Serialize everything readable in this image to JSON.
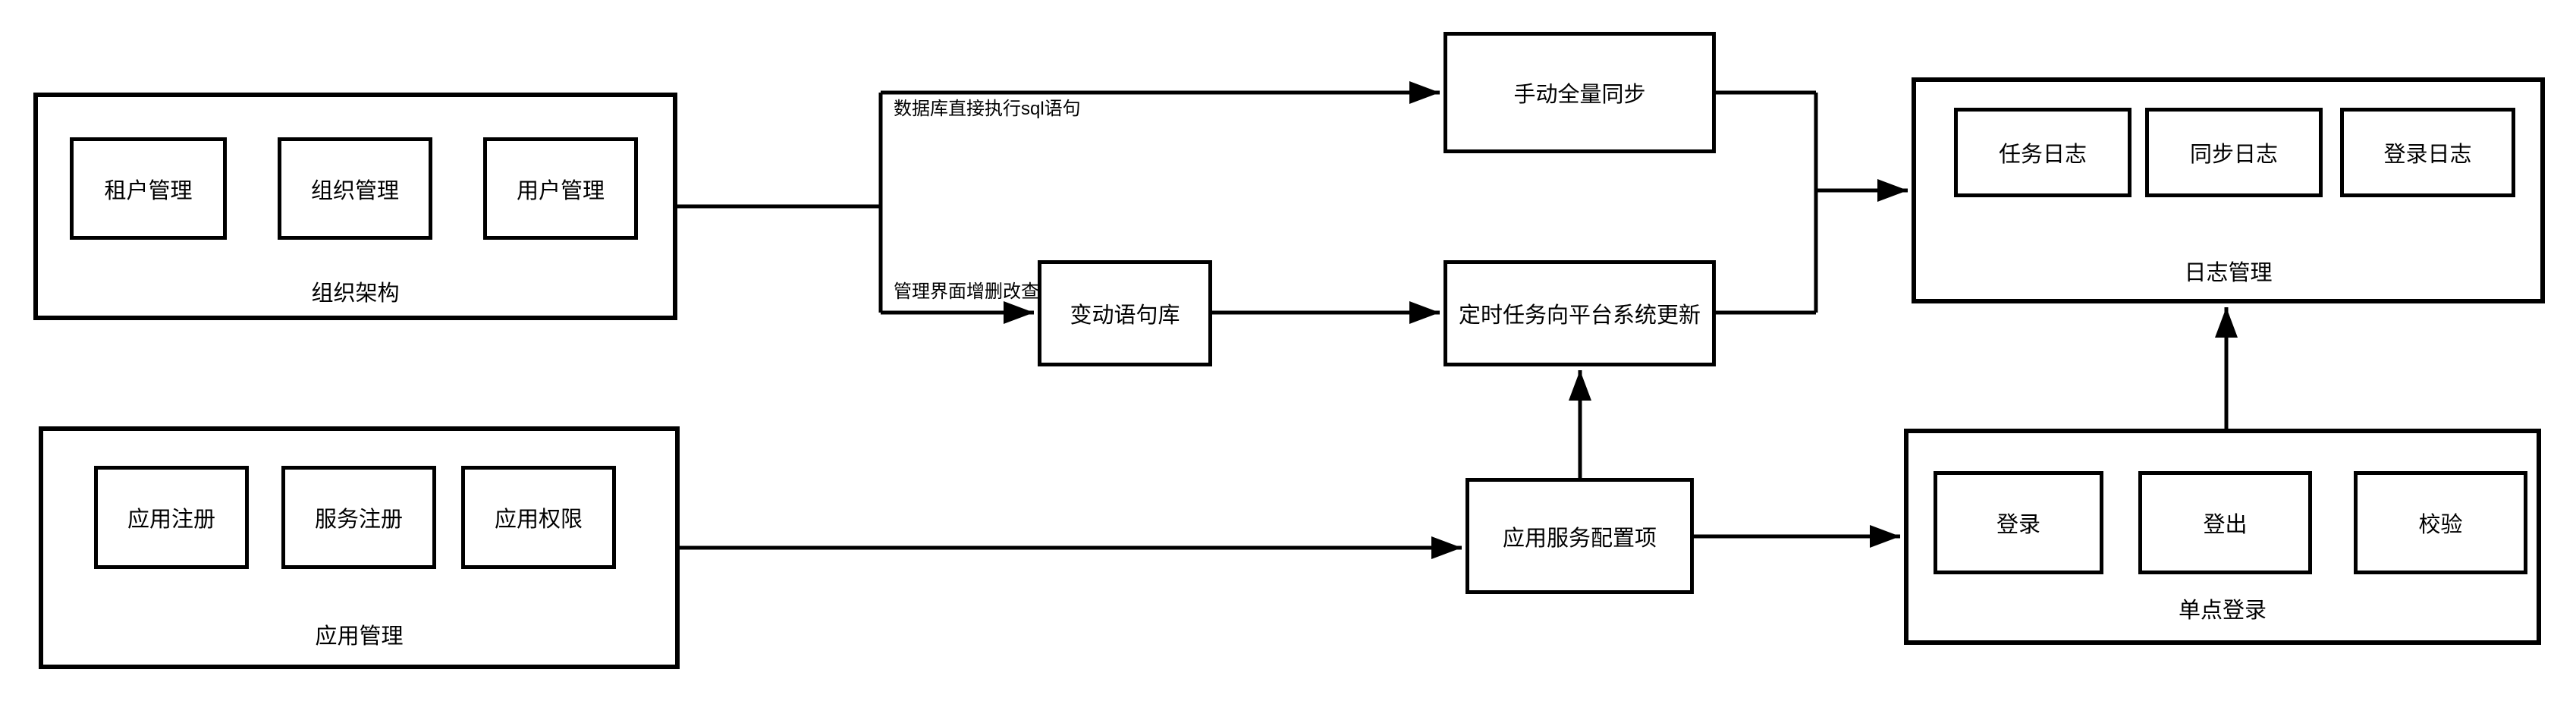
{
  "diagram": {
    "background": "#ffffff",
    "stroke_color": "#000000",
    "text_color": "#000000",
    "groups": {
      "org": {
        "title": "组织架构",
        "items": [
          "租户管理",
          "组织管理",
          "用户管理"
        ]
      },
      "app": {
        "title": "应用管理",
        "items": [
          "应用注册",
          "服务注册",
          "应用权限"
        ]
      },
      "log": {
        "title": "日志管理",
        "items": [
          "任务日志",
          "同步日志",
          "登录日志"
        ]
      },
      "sso": {
        "title": "单点登录",
        "items": [
          "登录",
          "登出",
          "校验"
        ]
      }
    },
    "nodes": {
      "manual_full_sync": "手动全量同步",
      "change_statement_store": "变动语句库",
      "scheduled_platform_update": "定时任务向平台系统更新",
      "app_service_config": "应用服务配置项"
    },
    "edge_labels": {
      "db_direct_sql": "数据库直接执行sql语句",
      "admin_ui_crud": "管理界面增删改查"
    }
  }
}
